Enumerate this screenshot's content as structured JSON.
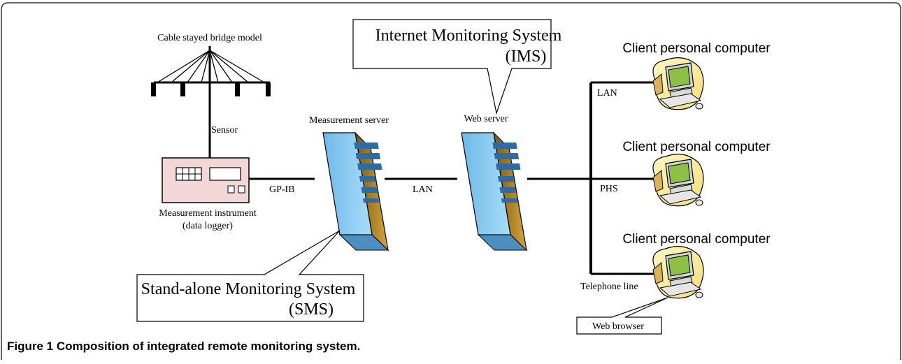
{
  "diagram": {
    "bridge_label": "Cable stayed bridge model",
    "sensor_label": "Sensor",
    "instrument_label_1": "Measurement instrument",
    "instrument_label_2": "(data logger)",
    "gpib_label": "GP-IB",
    "measurement_server_label": "Measurement server",
    "lan_label_center": "LAN",
    "web_server_label": "Web server",
    "ims_callout_1": "Internet Monitoring System",
    "ims_callout_2": "(IMS)",
    "sms_callout_1": "Stand-alone Monitoring System",
    "sms_callout_2": "(SMS)",
    "clients": [
      {
        "label": "Client personal computer",
        "link": "LAN"
      },
      {
        "label": "Client personal computer",
        "link": "PHS"
      },
      {
        "label": "Client personal computer",
        "link": "Telephone line"
      }
    ],
    "browser_label": "Web browser"
  },
  "caption": {
    "figure_label": "Figure 1",
    "text": "Composition of integrated remote monitoring system."
  }
}
